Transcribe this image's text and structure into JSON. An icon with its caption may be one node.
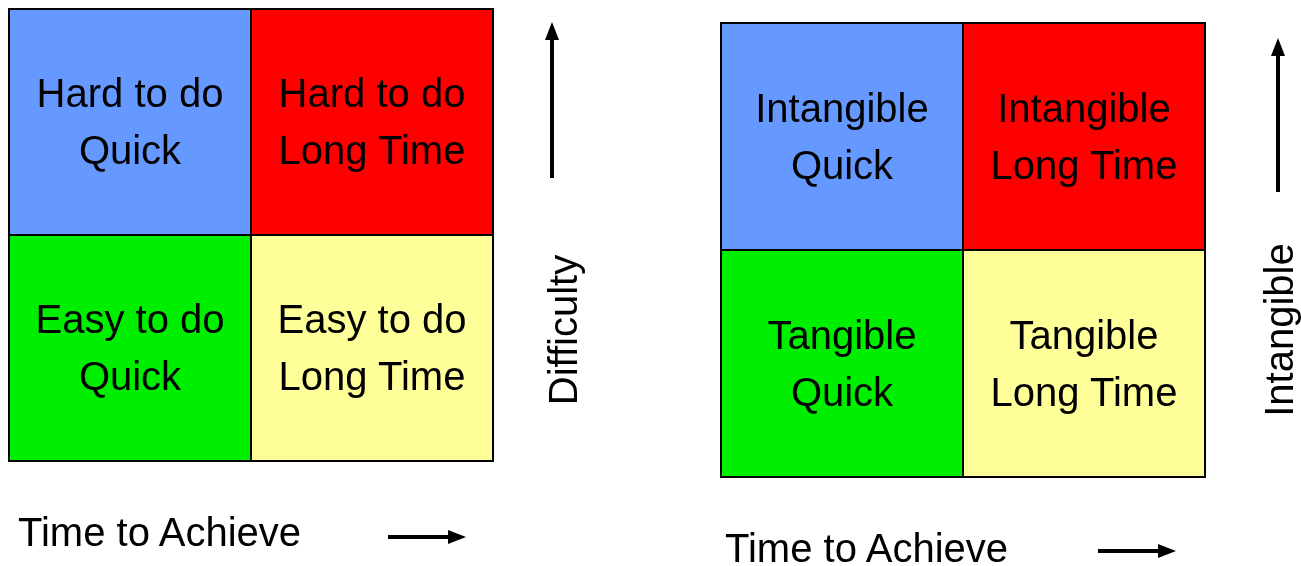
{
  "diagram": {
    "nodes": [
      {
        "text": [
          "Hard to do Quick"
        ]
      },
      {
        "text": [
          "Hard to do Long Time"
        ]
      },
      {
        "text": [
          "Easy to do Quick"
        ]
      },
      {
        "text": [
          "Easy to do Long Time"
        ]
      },
      {
        "text": [
          "Intangible Quick"
        ]
      },
      {
        "text": [
          "Intangible Long Time"
        ]
      },
      {
        "text": [
          "Tangible Quick"
        ]
      },
      {
        "text": [
          "Tangible Long Time"
        ]
      }
    ],
    "labels": [
      "Difficulty",
      "Time to Achieve",
      "Intangible",
      "Time to Achieve"
    ]
  }
}
